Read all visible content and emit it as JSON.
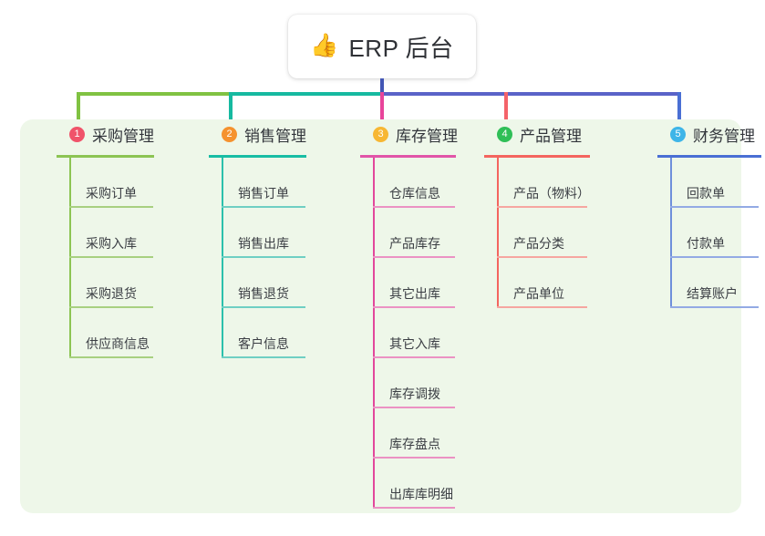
{
  "root": {
    "icon": "thumbs-up-icon",
    "icon_glyph": "👍",
    "title": "ERP 后台"
  },
  "panel": {
    "background_color": "#eef7e9"
  },
  "connectors": {
    "root_drop_color": "#4256b5",
    "bus_colors": [
      "#80c242",
      "#16b9a0",
      "#5a63c8"
    ],
    "stub_colors": [
      "#80c242",
      "#16b9a0",
      "#e8449a",
      "#f4636a",
      "#4a6fd4"
    ]
  },
  "columns": [
    {
      "number": "1",
      "title": "采购管理",
      "badge_color": "#f0536a",
      "rule_color": "#8cc453",
      "rail_color": "#8cc453",
      "leaf_rule_color": "#a8d080",
      "items": [
        {
          "label": "采购订单"
        },
        {
          "label": "采购入库"
        },
        {
          "label": "采购退货"
        },
        {
          "label": "供应商信息"
        }
      ]
    },
    {
      "number": "2",
      "title": "销售管理",
      "badge_color": "#f5922f",
      "rule_color": "#19bda4",
      "rail_color": "#2cc0ac",
      "leaf_rule_color": "#6fcfc3",
      "items": [
        {
          "label": "销售订单"
        },
        {
          "label": "销售出库"
        },
        {
          "label": "销售退货"
        },
        {
          "label": "客户信息"
        }
      ]
    },
    {
      "number": "3",
      "title": "库存管理",
      "badge_color": "#f7b733",
      "rule_color": "#e155a8",
      "rail_color": "#e2479b",
      "leaf_rule_color": "#eb92c3",
      "items": [
        {
          "label": "仓库信息"
        },
        {
          "label": "产品库存"
        },
        {
          "label": "其它出库"
        },
        {
          "label": "其它入库"
        },
        {
          "label": "库存调拨"
        },
        {
          "label": "库存盘点"
        },
        {
          "label": "出库库明细"
        }
      ]
    },
    {
      "number": "4",
      "title": "产品管理",
      "badge_color": "#2fbf57",
      "rule_color": "#f4655f",
      "rail_color": "#f4655f",
      "leaf_rule_color": "#f6a6a0",
      "items": [
        {
          "label": "产品（物料）"
        },
        {
          "label": "产品分类"
        },
        {
          "label": "产品单位"
        }
      ]
    },
    {
      "number": "5",
      "title": "财务管理",
      "badge_color": "#3eb5e8",
      "rule_color": "#4a6fd4",
      "rail_color": "#6f8fdb",
      "leaf_rule_color": "#93aae4",
      "items": [
        {
          "label": "回款单"
        },
        {
          "label": "付款单"
        },
        {
          "label": "结算账户"
        }
      ]
    }
  ]
}
